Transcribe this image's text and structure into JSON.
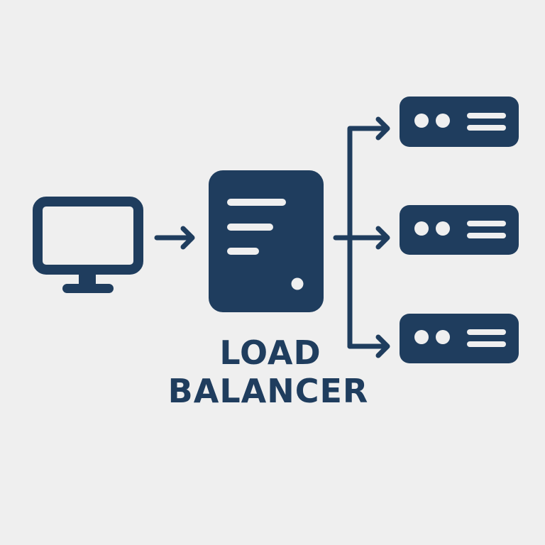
{
  "diagram": {
    "title": "Load Balancer",
    "colors": {
      "primary": "#1f3d5e",
      "background": "#efefef",
      "inner": "#efefef"
    },
    "client": {
      "name": "client",
      "icon": "monitor-icon"
    },
    "load_balancer": {
      "icon": "server-tower-icon",
      "label_line1": "LOAD",
      "label_line2": "BALANCER"
    },
    "servers": [
      {
        "name": "server-1",
        "icon": "server-rack-icon"
      },
      {
        "name": "server-2",
        "icon": "server-rack-icon"
      },
      {
        "name": "server-3",
        "icon": "server-rack-icon"
      }
    ],
    "edges": [
      {
        "from": "client",
        "to": "load_balancer"
      },
      {
        "from": "load_balancer",
        "to": "server-1"
      },
      {
        "from": "load_balancer",
        "to": "server-2"
      },
      {
        "from": "load_balancer",
        "to": "server-3"
      }
    ]
  }
}
